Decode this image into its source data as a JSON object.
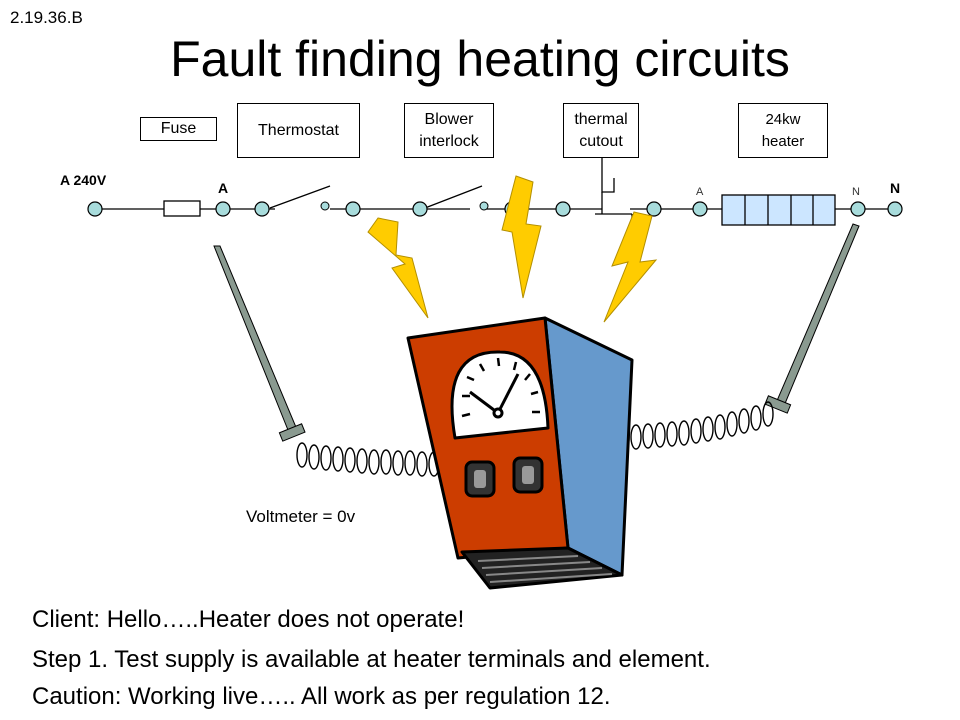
{
  "slide_code": "2.19.36.B",
  "title": "Fault finding heating circuits",
  "components": {
    "fuse": "Fuse",
    "thermostat": "Thermostat",
    "blower_interlock": "Blower\ninterlock",
    "thermal_cutout": "thermal\ncutout",
    "heater": "24kw\nheater"
  },
  "supply_label": "A 240V",
  "terminal_a": "A",
  "terminal_n": "N",
  "heater_terminal_a": "A",
  "heater_terminal_n": "N",
  "voltmeter_reading": "Voltmeter = 0v",
  "notes": [
    "Client: Hello…..Heater does not operate!",
    "Step 1. Test supply is available at heater terminals and element.",
    "Caution: Working live….. All work as per regulation 12."
  ],
  "colors": {
    "meter_front": "#cc3d00",
    "meter_side": "#6699cc",
    "lightning": "#ffcc00",
    "terminal": "#a8dcdc",
    "heater_fill": "#cce6ff",
    "probe": "#8a9a90"
  }
}
